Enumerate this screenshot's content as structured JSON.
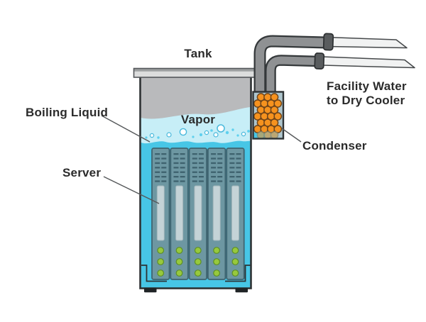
{
  "diagram": {
    "labels": {
      "tank": "Tank",
      "vapor": "Vapor",
      "boiling_liquid": "Boiling Liquid",
      "server": "Server",
      "condenser": "Condenser",
      "facility_water_line1": "Facility Water",
      "facility_water_line2": "to Dry Cooler"
    },
    "colors": {
      "boiling_liquid": "#47c6e6",
      "vapor": "#c7eef7",
      "headspace_gray": "#b9babc",
      "tank_rim": "#dcdddd",
      "tank_outline": "#2e3234",
      "server_body": "#6d97a2",
      "server_outline": "#3f6470",
      "led_green": "#97c93d",
      "condenser_tube_orange": "#f6921e",
      "condenser_interior": "#aec5cd",
      "pipe_dark": "#8f9193",
      "pipe_light": "#f1f2f2",
      "label_text": "#2b2b2b"
    }
  }
}
